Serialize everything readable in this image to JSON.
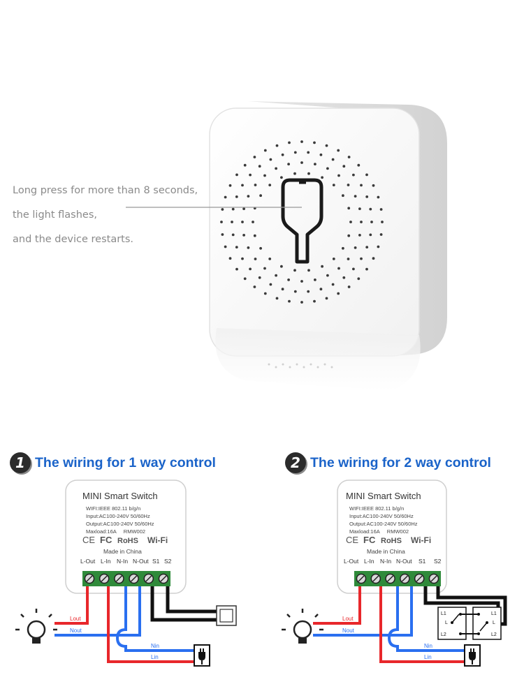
{
  "callout": {
    "lines": [
      "Long press for more than 8 seconds,",
      "the light flashes,",
      "and the device restarts."
    ]
  },
  "sections": [
    {
      "number": "1",
      "title": "The wiring for 1 way control"
    },
    {
      "number": "2",
      "title": "The wiring for 2 way control"
    }
  ],
  "module": {
    "title": "MINI Smart Switch",
    "spec_lines": [
      "WIFI:IEEE 802.11 b/g/n",
      "Input:AC100-240V 50/60Hz",
      "Output:AC100-240V 50/60Hz",
      "Maxload:16A     RMW002"
    ],
    "marks": [
      "CE",
      "FC",
      "RoHS",
      "Wi-Fi"
    ],
    "origin": "Made in China",
    "terminals": [
      "L-Out",
      "L-In",
      "N-In",
      "N-Out",
      "S1",
      "S2"
    ]
  },
  "wire_labels": {
    "lout": "Lout",
    "nout": "Nout",
    "nin": "Nin",
    "lin": "Lin"
  },
  "switch_labels": {
    "l1": "L1",
    "l": "L",
    "l2": "L2"
  },
  "colors": {
    "red": "#e8272b",
    "blue": "#2a6ff0",
    "black": "#111111",
    "title_blue": "#1a63c9"
  }
}
